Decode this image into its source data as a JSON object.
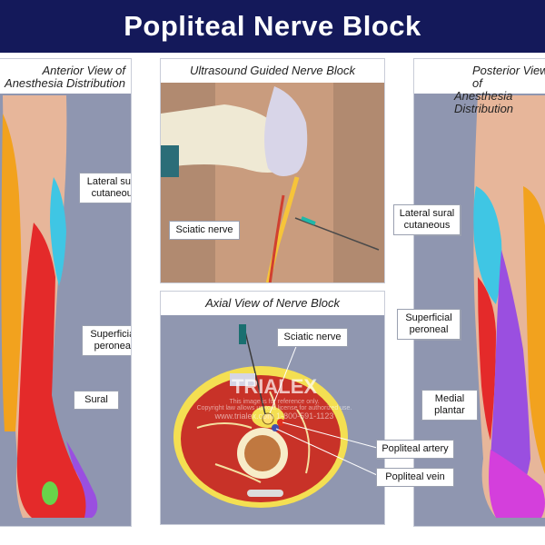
{
  "title": "Popliteal Nerve Block",
  "panels": {
    "left": {
      "heading_line1": "Anterior View of",
      "heading_line2": "Anesthesia Distribution",
      "labels": {
        "lateral_sural": "Lateral sural cutaneous",
        "superficial_peroneal": "Superficial peroneal",
        "sural": "Sural"
      }
    },
    "top_center": {
      "heading": "Ultrasound Guided Nerve Block",
      "labels": {
        "sciatic": "Sciatic nerve"
      }
    },
    "bottom_center": {
      "heading": "Axial View of Nerve Block",
      "labels": {
        "sciatic": "Sciatic nerve",
        "popliteal_artery": "Popliteal artery",
        "popliteal_vein": "Popliteal vein"
      },
      "watermark": {
        "brand": "TRIALEX",
        "line1": "This image is for reference only.",
        "line2": "Copyright law allows up to a license for authorized use.",
        "line3": "www.trialex.com 1-800-591-1123"
      }
    },
    "right": {
      "heading_line1": "Posterior View of",
      "heading_line2": "Anesthesia Distribution",
      "labels": {
        "lateral_sural": "Lateral sural cutaneous",
        "superficial_peroneal": "Superficial peroneal",
        "medial_plantar": "Medial plantar"
      }
    }
  },
  "colors": {
    "title_bar": "#14195a",
    "panel_bg": "#8f96b0",
    "orange": "#f2a21e",
    "cyan": "#3fc6e4",
    "red": "#e42a2a",
    "purple": "#9a4fe0",
    "magenta": "#d43fdc",
    "green": "#68d44a",
    "skin": "#e7b69a"
  }
}
